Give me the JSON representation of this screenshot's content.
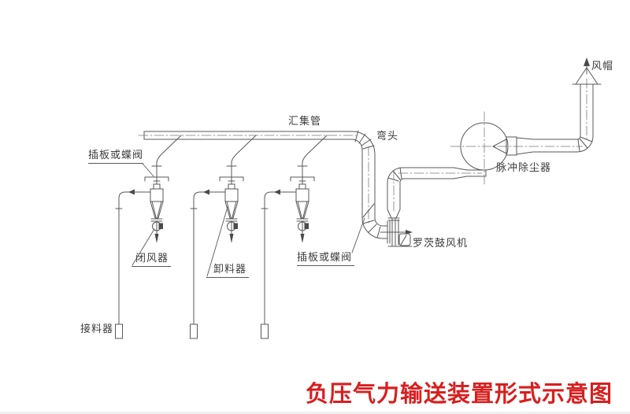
{
  "diagram": {
    "kind": "pneumatic-conveying-schematic",
    "labels": {
      "gate_or_butterfly_valve_1": "插板或蝶阀",
      "collection_pipe": "汇集管",
      "elbow": "弯头",
      "wind_cap": "风帽",
      "pulse_dust_collector": "脉冲除尘器",
      "roots_blower": "罗茨鼓风机",
      "gate_or_butterfly_valve_2": "插板或蝶阀",
      "air_lock": "闭风器",
      "discharger": "卸料器",
      "material_receiver": "接料器"
    },
    "title": "负压气力输送装置形式示意图",
    "colors": {
      "line": "#585858",
      "centerline": "#7a7a7a",
      "label_text": "#3c3c3c",
      "title_red": "#d81f1f",
      "background": "#ffffff"
    },
    "component_counts": {
      "cyclone_branches": 3,
      "receivers": 3
    }
  }
}
